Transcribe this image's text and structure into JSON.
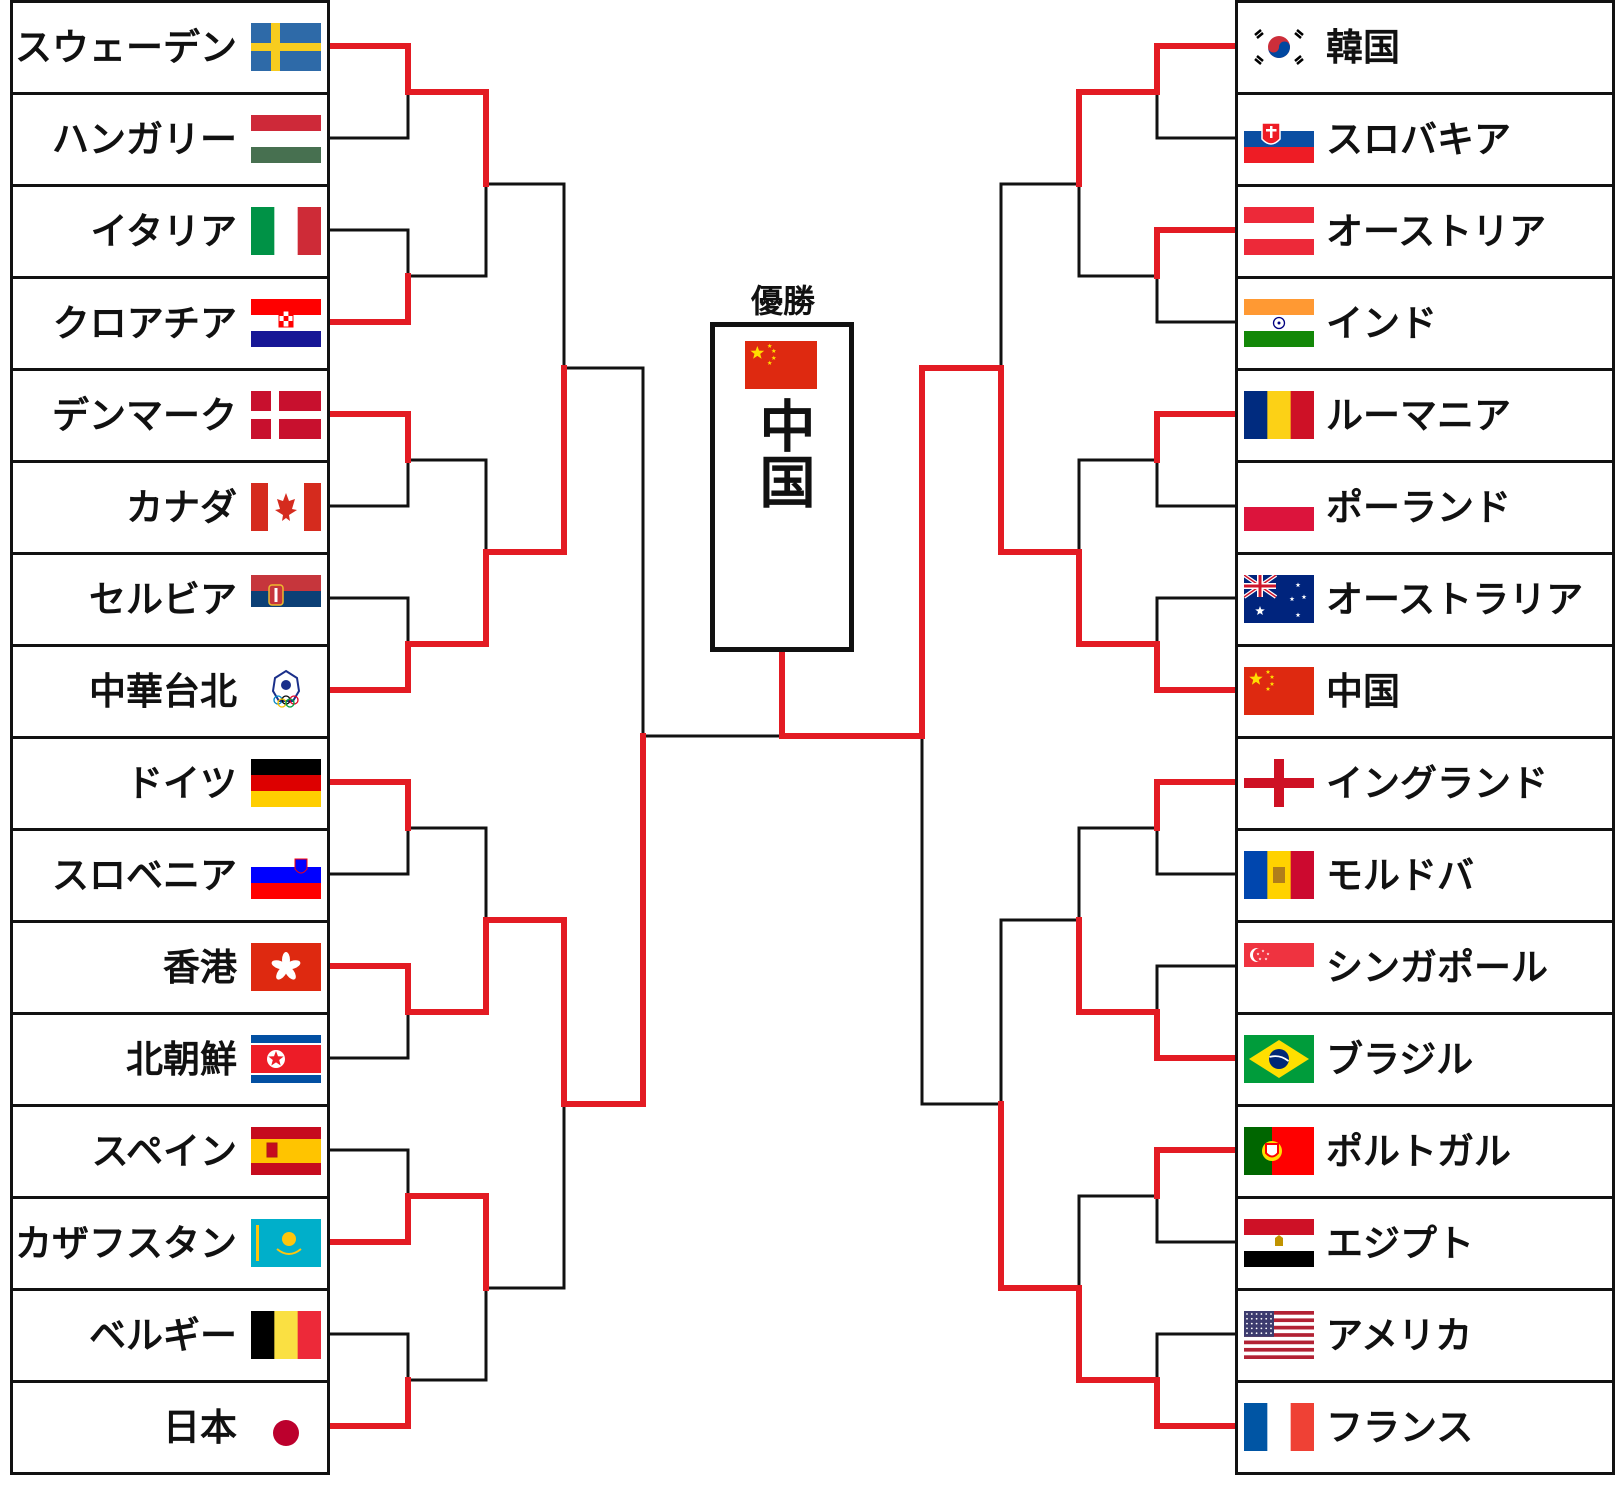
{
  "champion": {
    "label": "優勝",
    "name": "中国",
    "flag_icon": "china-flag-icon"
  },
  "colors": {
    "winner_line": "#e31b23",
    "loser_line": "#111111",
    "border": "#111111"
  },
  "left_teams": [
    {
      "name": "スウェーデン",
      "flag": "sweden",
      "winner": true
    },
    {
      "name": "ハンガリー",
      "flag": "hungary",
      "winner": false
    },
    {
      "name": "イタリア",
      "flag": "italy",
      "winner": false
    },
    {
      "name": "クロアチア",
      "flag": "croatia",
      "winner": true
    },
    {
      "name": "デンマーク",
      "flag": "denmark",
      "winner": true
    },
    {
      "name": "カナダ",
      "flag": "canada",
      "winner": false
    },
    {
      "name": "セルビア",
      "flag": "serbia",
      "winner": false
    },
    {
      "name": "中華台北",
      "flag": "chinese-taipei",
      "winner": true
    },
    {
      "name": "ドイツ",
      "flag": "germany",
      "winner": true
    },
    {
      "name": "スロベニア",
      "flag": "slovenia",
      "winner": false
    },
    {
      "name": "香港",
      "flag": "hong-kong",
      "winner": true
    },
    {
      "name": "北朝鮮",
      "flag": "north-korea",
      "winner": false
    },
    {
      "name": "スペイン",
      "flag": "spain",
      "winner": false
    },
    {
      "name": "カザフスタン",
      "flag": "kazakhstan",
      "winner": true
    },
    {
      "name": "ベルギー",
      "flag": "belgium",
      "winner": false
    },
    {
      "name": "日本",
      "flag": "japan",
      "winner": true
    }
  ],
  "right_teams": [
    {
      "name": "韓国",
      "flag": "south-korea",
      "winner": true
    },
    {
      "name": "スロバキア",
      "flag": "slovakia",
      "winner": false
    },
    {
      "name": "オーストリア",
      "flag": "austria",
      "winner": true
    },
    {
      "name": "インド",
      "flag": "india",
      "winner": false
    },
    {
      "name": "ルーマニア",
      "flag": "romania",
      "winner": true
    },
    {
      "name": "ポーランド",
      "flag": "poland",
      "winner": false
    },
    {
      "name": "オーストラリア",
      "flag": "australia",
      "winner": false
    },
    {
      "name": "中国",
      "flag": "china",
      "winner": true
    },
    {
      "name": "イングランド",
      "flag": "england",
      "winner": true
    },
    {
      "name": "モルドバ",
      "flag": "moldova",
      "winner": false
    },
    {
      "name": "シンガポール",
      "flag": "singapore",
      "winner": false
    },
    {
      "name": "ブラジル",
      "flag": "brazil",
      "winner": true
    },
    {
      "name": "ポルトガル",
      "flag": "portugal",
      "winner": true
    },
    {
      "name": "エジプト",
      "flag": "egypt",
      "winner": false
    },
    {
      "name": "アメリカ",
      "flag": "usa",
      "winner": false
    },
    {
      "name": "フランス",
      "flag": "france",
      "winner": true
    }
  ],
  "left_rounds": {
    "r2_winners": [
      0,
      1,
      1,
      0
    ],
    "r3_winners": [
      1,
      0
    ],
    "final_winner": 1
  },
  "right_rounds": {
    "r2_winners": [
      0,
      1,
      1,
      1
    ],
    "r3_winners": [
      1,
      1
    ],
    "final_winner": 0
  },
  "final_side_winner": "right"
}
